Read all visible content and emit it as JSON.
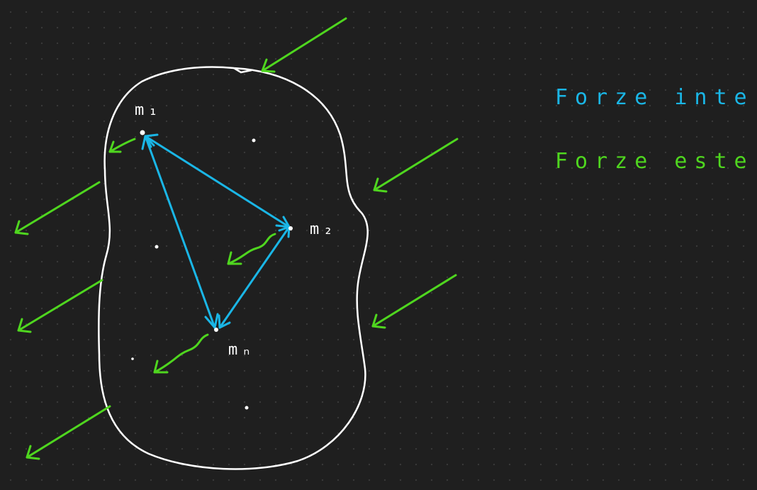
{
  "masses": {
    "m1": "m₁",
    "m2": "m₂",
    "mn": "mₙ"
  },
  "legend": {
    "internal_label": "Forze interne",
    "external_label": "Forze esterne"
  },
  "colors": {
    "background": "#1f1f1f",
    "body_outline": "#ffffff",
    "internal_forces": "#1ab6e6",
    "external_forces": "#4fd61f",
    "points": "#ffffff"
  }
}
